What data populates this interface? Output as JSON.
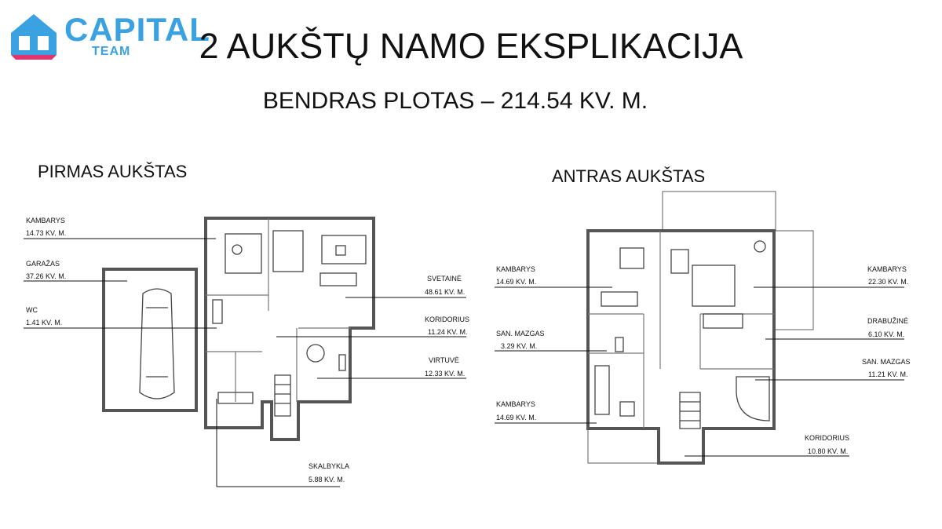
{
  "logo": {
    "brand": "CAPITAL",
    "sub": "TEAM",
    "color_blue": "#3aa2e0",
    "color_pink": "#e0356e",
    "icon": "house-logo-icon"
  },
  "title": "2 AUKŠTŲ NAMO EKSPLIKACIJA",
  "subtitle": "BENDRAS PLOTAS – 214.54 KV. M.",
  "floor1": {
    "title": "PIRMAS AUKŠTAS",
    "rooms": [
      {
        "name": "KAMBARYS",
        "area": "14.73 KV. M."
      },
      {
        "name": "GARAŽAS",
        "area": "37.26 KV. M."
      },
      {
        "name": "WC",
        "area": "1.41 KV. M."
      },
      {
        "name": "SVETAINĖ",
        "area": "48.61 KV. M."
      },
      {
        "name": "KORIDORIUS",
        "area": "11.24 KV. M."
      },
      {
        "name": "VIRTUVĖ",
        "area": "12.33 KV. M."
      },
      {
        "name": "SKALBYKLA",
        "area": "5.88 KV. M."
      }
    ]
  },
  "floor2": {
    "title": "ANTRAS AUKŠTAS",
    "rooms": [
      {
        "name": "KAMBARYS",
        "area": "14.69 KV. M."
      },
      {
        "name": "SAN. MAZGAS",
        "area": "3.29 KV. M."
      },
      {
        "name": "KAMBARYS",
        "area": "14.69 KV. M."
      },
      {
        "name": "KAMBARYS",
        "area": "22.30 KV. M."
      },
      {
        "name": "DRABUŽINĖ",
        "area": "6.10 KV. M."
      },
      {
        "name": "SAN. MAZGAS",
        "area": "11.21 KV. M."
      },
      {
        "name": "KORIDORIUS",
        "area": "10.80 KV. M."
      }
    ]
  }
}
